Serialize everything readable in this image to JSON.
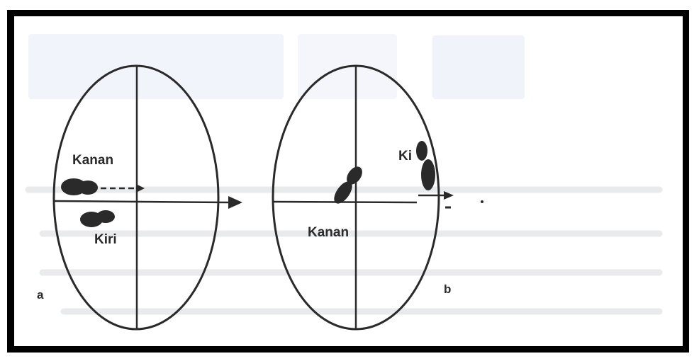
{
  "figure": {
    "panel_a": {
      "letter": "a",
      "label_right": "Kanan",
      "label_left": "Kiri"
    },
    "panel_b": {
      "letter": "b",
      "label_right": "Kanan",
      "label_left": "Ki"
    }
  },
  "colors": {
    "frame": "#000000",
    "ink": "#2a2a2a",
    "bleed_blue": "#dfe6f4",
    "bleed_text": "#e8ebf0"
  }
}
